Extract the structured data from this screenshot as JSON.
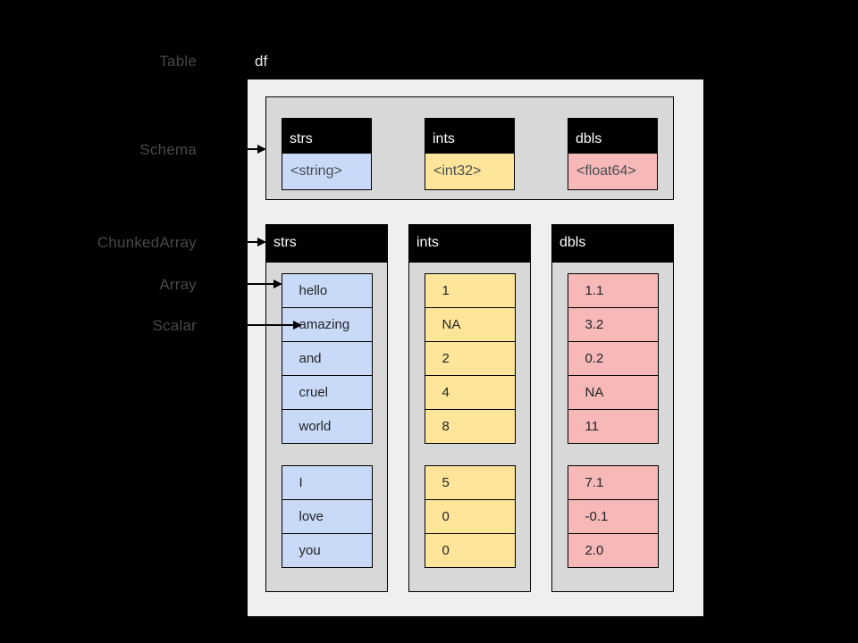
{
  "labels": {
    "table": "Table",
    "schema": "Schema",
    "chunked_array": "ChunkedArray",
    "array": "Array",
    "scalar": "Scalar"
  },
  "table_name": "df",
  "schema": {
    "fields": [
      {
        "name": "strs",
        "type": "<string>",
        "color": "#c9daf8"
      },
      {
        "name": "ints",
        "type": "<int32>",
        "color": "#ffe599"
      },
      {
        "name": "dbls",
        "type": "<float64>",
        "color": "#f7b8b8"
      }
    ]
  },
  "columns": [
    {
      "name": "strs",
      "color": "#c9daf8",
      "chunks": [
        [
          "hello",
          "amazing",
          "and",
          "cruel",
          "world"
        ],
        [
          "I",
          "love",
          "you"
        ]
      ]
    },
    {
      "name": "ints",
      "color": "#ffe599",
      "chunks": [
        [
          "1",
          "NA",
          "2",
          "4",
          "8"
        ],
        [
          "5",
          "0",
          "0"
        ]
      ]
    },
    {
      "name": "dbls",
      "color": "#f7b8b8",
      "chunks": [
        [
          "1.1",
          "3.2",
          "0.2",
          "NA",
          "11"
        ],
        [
          "7.1",
          "-0.1",
          "2.0"
        ]
      ]
    }
  ],
  "colors": {
    "page_background": "#000000",
    "outer_box": "#efefef",
    "container_gray": "#d8d8d8",
    "header_black": "#000000",
    "header_text": "#ffffff",
    "side_label_text": "#45494d",
    "title_text": "#e9e9e9",
    "cell_blue": "#c9daf8",
    "cell_yellow": "#ffe599",
    "cell_pink": "#f7b8b8"
  }
}
